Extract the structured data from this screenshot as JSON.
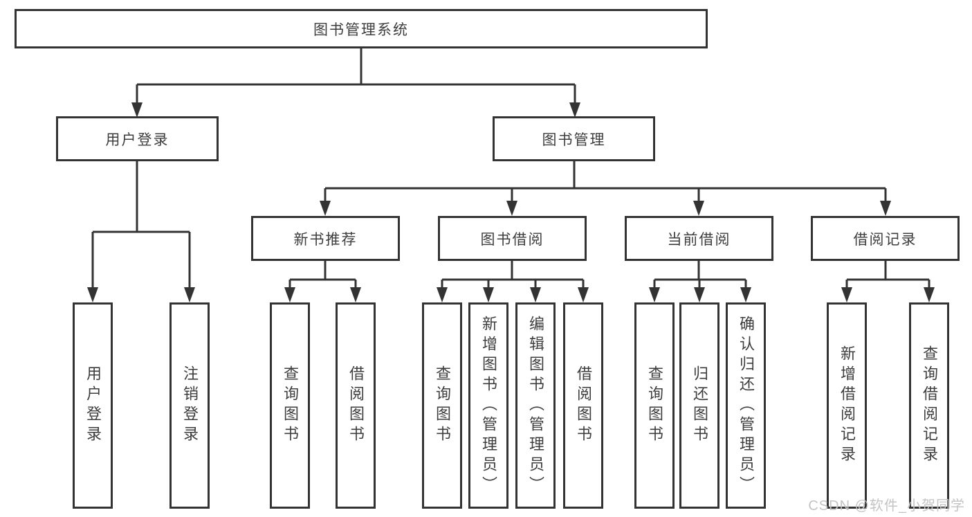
{
  "diagram": {
    "title": "图书管理系统",
    "root": {
      "label": "图书管理系统"
    },
    "level2": [
      {
        "label": "用户登录"
      },
      {
        "label": "图书管理"
      }
    ],
    "level3": [
      {
        "label": "新书推荐",
        "parent": "图书管理"
      },
      {
        "label": "图书借阅",
        "parent": "图书管理"
      },
      {
        "label": "当前借阅",
        "parent": "图书管理"
      },
      {
        "label": "借阅记录",
        "parent": "图书管理"
      }
    ],
    "leaves": [
      {
        "label": "用户登录",
        "parent": "用户登录"
      },
      {
        "label": "注销登录",
        "parent": "用户登录"
      },
      {
        "label": "查询图书",
        "parent": "新书推荐"
      },
      {
        "label": "借阅图书",
        "parent": "新书推荐"
      },
      {
        "label": "查询图书",
        "parent": "图书借阅"
      },
      {
        "label": "新增图书（管理员）",
        "parent": "图书借阅"
      },
      {
        "label": "编辑图书（管理员）",
        "parent": "图书借阅"
      },
      {
        "label": "借阅图书",
        "parent": "图书借阅"
      },
      {
        "label": "查询图书",
        "parent": "当前借阅"
      },
      {
        "label": "归还图书",
        "parent": "当前借阅"
      },
      {
        "label": "确认归还（管理员）",
        "parent": "当前借阅"
      },
      {
        "label": "新增借阅记录",
        "parent": "借阅记录"
      },
      {
        "label": "查询借阅记录",
        "parent": "借阅记录"
      }
    ],
    "watermark": "CSDN @软件_小贺同学",
    "colors": {
      "line": "#333333",
      "text": "#3d3d3d",
      "watermark": "#c4c4c4",
      "background": "#ffffff"
    }
  }
}
